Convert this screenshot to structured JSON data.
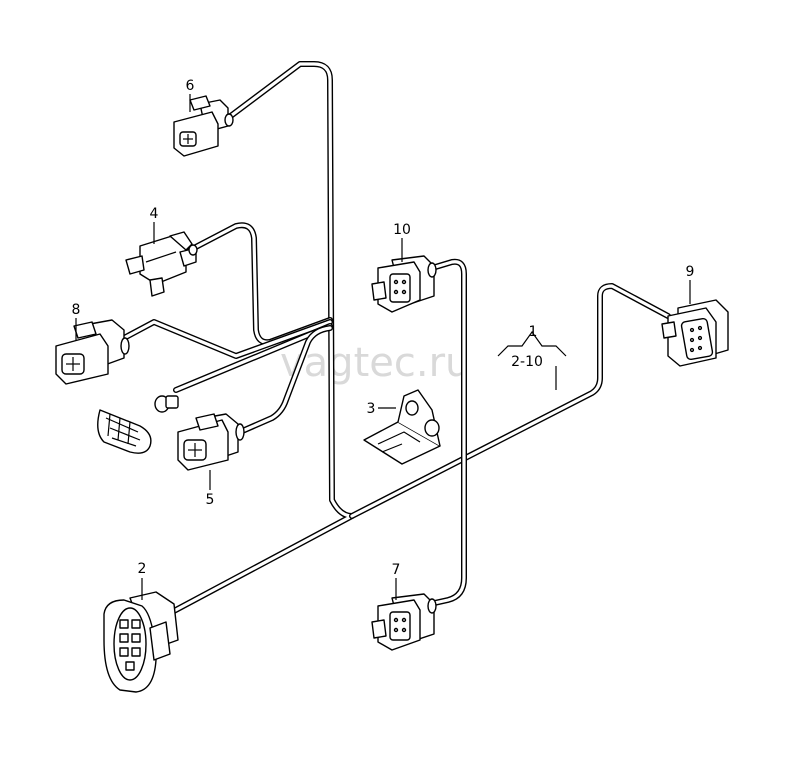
{
  "watermark": "vagtec.ru",
  "callouts": {
    "n1": "1",
    "range": "2-10",
    "n2": "2",
    "n3": "3",
    "n4": "4",
    "n5": "5",
    "n6": "6",
    "n7": "7",
    "n8": "8",
    "n9": "9",
    "n10": "10"
  },
  "colors": {
    "line": "#000000",
    "background": "#ffffff",
    "watermark": "#d9d9d9"
  }
}
